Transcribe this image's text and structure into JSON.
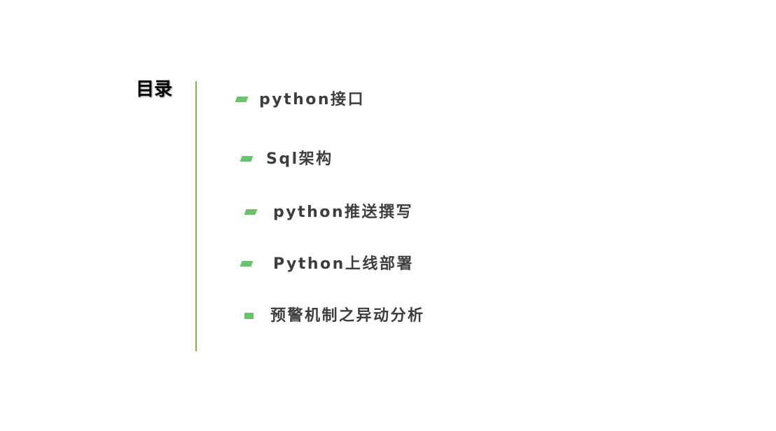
{
  "title": "目录",
  "accent_color": "#66c56a",
  "items": [
    {
      "label": "python接口"
    },
    {
      "label": "Sql架构"
    },
    {
      "label": "python推送撰写"
    },
    {
      "label": "Python上线部署"
    },
    {
      "label": "预警机制之异动分析"
    }
  ]
}
